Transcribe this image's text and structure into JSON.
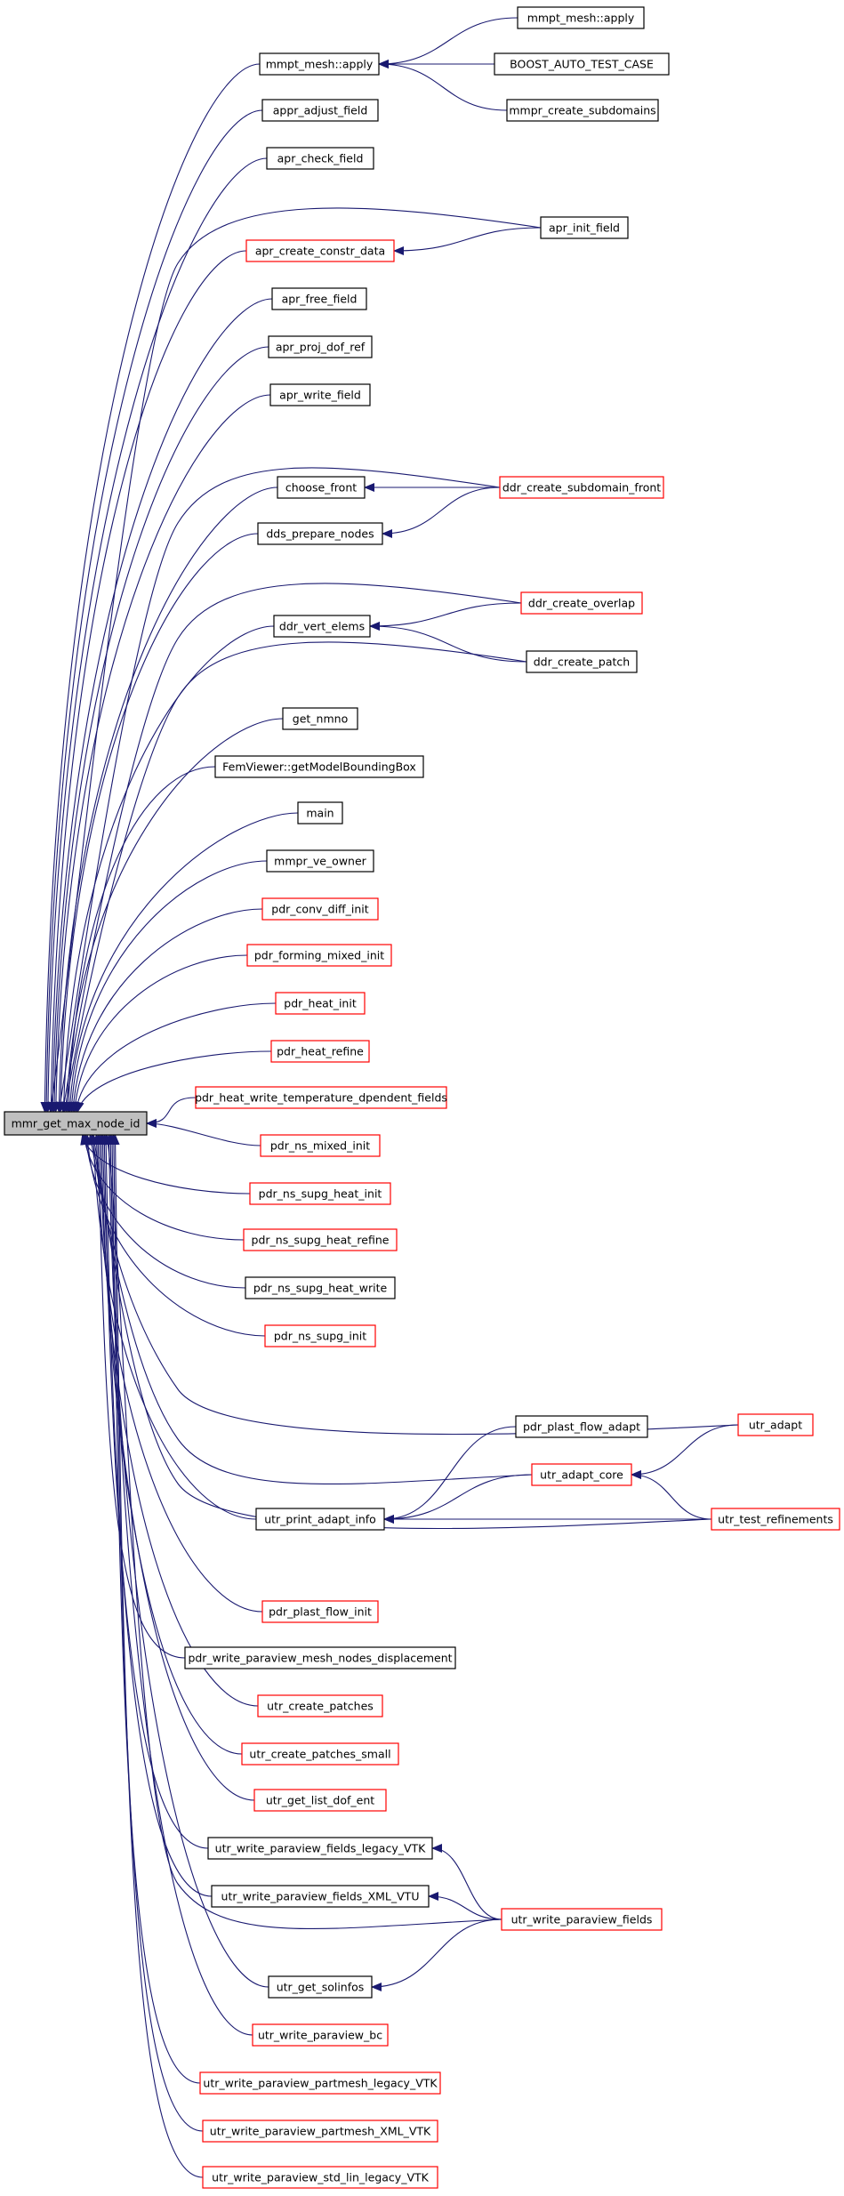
{
  "graph": {
    "root": "mmr_get_max_node_id",
    "colors": {
      "edge": "#191970",
      "node_border_default": "#000000",
      "node_border_red": "#ff0000",
      "root_fill": "#bfbfbf",
      "node_fill": "#ffffff"
    },
    "nodes": [
      {
        "id": "root",
        "label": "mmr_get_max_node_id",
        "style": "root"
      },
      {
        "id": "mmpt_apply_mid",
        "label": "mmpt_mesh::apply",
        "style": "black"
      },
      {
        "id": "mmpt_apply_right",
        "label": "mmpt_mesh::apply",
        "style": "black"
      },
      {
        "id": "boost_test",
        "label": "BOOST_AUTO_TEST_CASE",
        "style": "black"
      },
      {
        "id": "mmpr_create_subdomains",
        "label": "mmpr_create_subdomains",
        "style": "black"
      },
      {
        "id": "appr_adjust_field",
        "label": "appr_adjust_field",
        "style": "black"
      },
      {
        "id": "apr_check_field",
        "label": "apr_check_field",
        "style": "black"
      },
      {
        "id": "apr_create_constr_data",
        "label": "apr_create_constr_data",
        "style": "red"
      },
      {
        "id": "apr_init_field",
        "label": "apr_init_field",
        "style": "black"
      },
      {
        "id": "apr_free_field",
        "label": "apr_free_field",
        "style": "black"
      },
      {
        "id": "apr_proj_dof_ref",
        "label": "apr_proj_dof_ref",
        "style": "black"
      },
      {
        "id": "apr_write_field",
        "label": "apr_write_field",
        "style": "black"
      },
      {
        "id": "choose_front",
        "label": "choose_front",
        "style": "black"
      },
      {
        "id": "ddr_create_subdomain_front",
        "label": "ddr_create_subdomain_front",
        "style": "red"
      },
      {
        "id": "dds_prepare_nodes",
        "label": "dds_prepare_nodes",
        "style": "black"
      },
      {
        "id": "ddr_create_overlap",
        "label": "ddr_create_overlap",
        "style": "red"
      },
      {
        "id": "ddr_vert_elems",
        "label": "ddr_vert_elems",
        "style": "black"
      },
      {
        "id": "ddr_create_patch",
        "label": "ddr_create_patch",
        "style": "black"
      },
      {
        "id": "get_nmno",
        "label": "get_nmno",
        "style": "black"
      },
      {
        "id": "femviewer",
        "label": "FemViewer::getModelBoundingBox",
        "style": "black"
      },
      {
        "id": "main",
        "label": "main",
        "style": "black"
      },
      {
        "id": "mmpr_ve_owner",
        "label": "mmpr_ve_owner",
        "style": "black"
      },
      {
        "id": "pdr_conv_diff_init",
        "label": "pdr_conv_diff_init",
        "style": "red"
      },
      {
        "id": "pdr_forming_mixed_init",
        "label": "pdr_forming_mixed_init",
        "style": "red"
      },
      {
        "id": "pdr_heat_init",
        "label": "pdr_heat_init",
        "style": "red"
      },
      {
        "id": "pdr_heat_refine",
        "label": "pdr_heat_refine",
        "style": "red"
      },
      {
        "id": "pdr_heat_write_temp",
        "label": "pdr_heat_write_temperature_dpendent_fields",
        "style": "red"
      },
      {
        "id": "pdr_ns_mixed_init",
        "label": "pdr_ns_mixed_init",
        "style": "red"
      },
      {
        "id": "pdr_ns_supg_heat_init",
        "label": "pdr_ns_supg_heat_init",
        "style": "red"
      },
      {
        "id": "pdr_ns_supg_heat_refine",
        "label": "pdr_ns_supg_heat_refine",
        "style": "red"
      },
      {
        "id": "pdr_ns_supg_heat_write",
        "label": "pdr_ns_supg_heat_write",
        "style": "black"
      },
      {
        "id": "pdr_ns_supg_init",
        "label": "pdr_ns_supg_init",
        "style": "red"
      },
      {
        "id": "utr_adapt",
        "label": "utr_adapt",
        "style": "red"
      },
      {
        "id": "pdr_plast_flow_adapt",
        "label": "pdr_plast_flow_adapt",
        "style": "black"
      },
      {
        "id": "utr_adapt_core",
        "label": "utr_adapt_core",
        "style": "red"
      },
      {
        "id": "utr_print_adapt_info",
        "label": "utr_print_adapt_info",
        "style": "black"
      },
      {
        "id": "utr_test_refinements",
        "label": "utr_test_refinements",
        "style": "red"
      },
      {
        "id": "pdr_plast_flow_init",
        "label": "pdr_plast_flow_init",
        "style": "red"
      },
      {
        "id": "pdr_write_paraview_mesh",
        "label": "pdr_write_paraview_mesh_nodes_displacement",
        "style": "black"
      },
      {
        "id": "utr_create_patches",
        "label": "utr_create_patches",
        "style": "red"
      },
      {
        "id": "utr_create_patches_small",
        "label": "utr_create_patches_small",
        "style": "red"
      },
      {
        "id": "utr_get_list_dof_ent",
        "label": "utr_get_list_dof_ent",
        "style": "red"
      },
      {
        "id": "utr_wpf_legacy_vtk",
        "label": "utr_write_paraview_fields_legacy_VTK",
        "style": "black"
      },
      {
        "id": "utr_wpf_xml_vtu",
        "label": "utr_write_paraview_fields_XML_VTU",
        "style": "black"
      },
      {
        "id": "utr_write_paraview_fields",
        "label": "utr_write_paraview_fields",
        "style": "red"
      },
      {
        "id": "utr_get_solinfos",
        "label": "utr_get_solinfos",
        "style": "black"
      },
      {
        "id": "utr_write_paraview_bc",
        "label": "utr_write_paraview_bc",
        "style": "red"
      },
      {
        "id": "utr_wp_partmesh_legacy",
        "label": "utr_write_paraview_partmesh_legacy_VTK",
        "style": "red"
      },
      {
        "id": "utr_wp_partmesh_xml",
        "label": "utr_write_paraview_partmesh_XML_VTK",
        "style": "red"
      },
      {
        "id": "utr_wp_std_lin_legacy",
        "label": "utr_write_paraview_std_lin_legacy_VTK",
        "style": "red"
      }
    ],
    "edges": [
      [
        "mmpt_apply_mid",
        "root"
      ],
      [
        "appr_adjust_field",
        "root"
      ],
      [
        "apr_check_field",
        "root"
      ],
      [
        "apr_init_field",
        "root"
      ],
      [
        "apr_create_constr_data",
        "root"
      ],
      [
        "apr_free_field",
        "root"
      ],
      [
        "apr_proj_dof_ref",
        "root"
      ],
      [
        "apr_write_field",
        "root"
      ],
      [
        "ddr_create_subdomain_front",
        "root"
      ],
      [
        "choose_front",
        "root"
      ],
      [
        "dds_prepare_nodes",
        "root"
      ],
      [
        "ddr_create_overlap",
        "root"
      ],
      [
        "ddr_vert_elems",
        "root"
      ],
      [
        "ddr_create_patch",
        "root"
      ],
      [
        "get_nmno",
        "root"
      ],
      [
        "femviewer",
        "root"
      ],
      [
        "main",
        "root"
      ],
      [
        "mmpr_ve_owner",
        "root"
      ],
      [
        "pdr_conv_diff_init",
        "root"
      ],
      [
        "pdr_forming_mixed_init",
        "root"
      ],
      [
        "pdr_heat_init",
        "root"
      ],
      [
        "pdr_heat_refine",
        "root"
      ],
      [
        "pdr_heat_write_temp",
        "root"
      ],
      [
        "pdr_ns_mixed_init",
        "root"
      ],
      [
        "pdr_ns_supg_heat_init",
        "root"
      ],
      [
        "pdr_ns_supg_heat_refine",
        "root"
      ],
      [
        "pdr_ns_supg_heat_write",
        "root"
      ],
      [
        "pdr_ns_supg_init",
        "root"
      ],
      [
        "utr_adapt",
        "root"
      ],
      [
        "utr_adapt_core",
        "root"
      ],
      [
        "utr_print_adapt_info",
        "root"
      ],
      [
        "utr_test_refinements",
        "root"
      ],
      [
        "pdr_plast_flow_init",
        "root"
      ],
      [
        "pdr_write_paraview_mesh",
        "root"
      ],
      [
        "utr_create_patches",
        "root"
      ],
      [
        "utr_create_patches_small",
        "root"
      ],
      [
        "utr_get_list_dof_ent",
        "root"
      ],
      [
        "utr_wpf_legacy_vtk",
        "root"
      ],
      [
        "utr_wpf_xml_vtu",
        "root"
      ],
      [
        "utr_write_paraview_fields",
        "root"
      ],
      [
        "utr_get_solinfos",
        "root"
      ],
      [
        "utr_write_paraview_bc",
        "root"
      ],
      [
        "utr_wp_partmesh_legacy",
        "root"
      ],
      [
        "utr_wp_partmesh_xml",
        "root"
      ],
      [
        "utr_wp_std_lin_legacy",
        "root"
      ],
      [
        "mmpt_apply_right",
        "mmpt_apply_mid"
      ],
      [
        "boost_test",
        "mmpt_apply_mid"
      ],
      [
        "mmpr_create_subdomains",
        "mmpt_apply_mid"
      ],
      [
        "apr_init_field",
        "apr_create_constr_data"
      ],
      [
        "ddr_create_subdomain_front",
        "choose_front"
      ],
      [
        "ddr_create_subdomain_front",
        "dds_prepare_nodes"
      ],
      [
        "ddr_create_overlap",
        "ddr_vert_elems"
      ],
      [
        "ddr_create_patch",
        "ddr_vert_elems"
      ],
      [
        "pdr_plast_flow_adapt",
        "utr_print_adapt_info"
      ],
      [
        "utr_adapt_core",
        "utr_print_adapt_info"
      ],
      [
        "utr_test_refinements",
        "utr_print_adapt_info"
      ],
      [
        "utr_adapt",
        "utr_adapt_core"
      ],
      [
        "utr_test_refinements",
        "utr_adapt_core"
      ],
      [
        "utr_write_paraview_fields",
        "utr_wpf_legacy_vtk"
      ],
      [
        "utr_write_paraview_fields",
        "utr_wpf_xml_vtu"
      ],
      [
        "utr_write_paraview_fields",
        "utr_get_solinfos"
      ]
    ]
  }
}
